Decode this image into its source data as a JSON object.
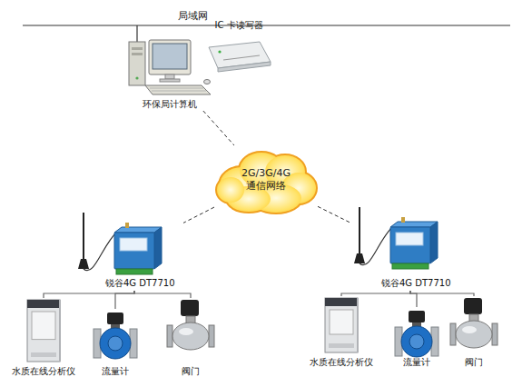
{
  "diagram": {
    "nodes": [
      {
        "text": [
          "环保局计算机"
        ]
      },
      {
        "text": [
          "IC 卡读写器"
        ]
      },
      {
        "text": [
          "2G/3G/4G 通信网络"
        ]
      },
      {
        "text": [
          "锐谷4G DT7710"
        ]
      },
      {
        "text": [
          "水质在线分析仪"
        ]
      },
      {
        "text": [
          "流量计"
        ]
      },
      {
        "text": [
          "阀门"
        ]
      },
      {
        "text": [
          "锐谷4G DT7710"
        ]
      },
      {
        "text": [
          "水质在线分析仪"
        ]
      },
      {
        "text": [
          "流量计"
        ]
      },
      {
        "text": [
          "阀门"
        ]
      }
    ],
    "edges": [
      {
        "from": 0,
        "to": 2,
        "arrow": "none"
      },
      {
        "from": 2,
        "to": 3,
        "arrow": "none"
      },
      {
        "from": 2,
        "to": 7,
        "arrow": "none"
      },
      {
        "from": 3,
        "to": 4,
        "arrow": "none"
      },
      {
        "from": 3,
        "to": 5,
        "arrow": "none"
      },
      {
        "from": 3,
        "to": 6,
        "arrow": "none"
      },
      {
        "from": 7,
        "to": 8,
        "arrow": "none"
      },
      {
        "from": 7,
        "to": 9,
        "arrow": "none"
      },
      {
        "from": 7,
        "to": 10,
        "arrow": "none"
      }
    ],
    "labels": [
      "局域网"
    ]
  }
}
